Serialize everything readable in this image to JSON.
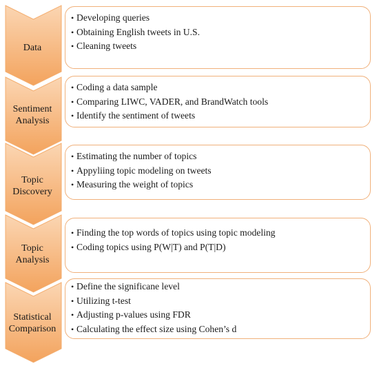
{
  "stages": [
    {
      "label_lines": [
        "Data"
      ],
      "items": [
        "Developing queries",
        "Obtaining English tweets in U.S.",
        "Cleaning tweets"
      ]
    },
    {
      "label_lines": [
        "Sentiment",
        "Analysis"
      ],
      "items": [
        "Coding a data sample",
        "Comparing LIWC, VADER, and BrandWatch tools",
        "Identify the sentiment of tweets"
      ]
    },
    {
      "label_lines": [
        "Topic",
        "Discovery"
      ],
      "items": [
        "Estimating the number of topics",
        "Appyliing topic modeling on tweets",
        "Measuring the weight of topics"
      ]
    },
    {
      "label_lines": [
        "Topic",
        "Analysis"
      ],
      "items": [
        "Finding the top words of topics using topic modeling",
        "Coding topics using P(W|T) and P(T|D)"
      ]
    },
    {
      "label_lines": [
        "Statistical",
        "Comparison"
      ],
      "items": [
        "Define the significane level",
        "Utilizing t-test",
        "Adjusting p-values using FDR",
        "Calculating the effect size using Cohen’s d"
      ]
    }
  ],
  "colors": {
    "chevron_light": "#fbd6b3",
    "chevron_dark": "#f3a35d",
    "chevron_border": "#f4ad6e",
    "box_border": "#f0b07a"
  }
}
